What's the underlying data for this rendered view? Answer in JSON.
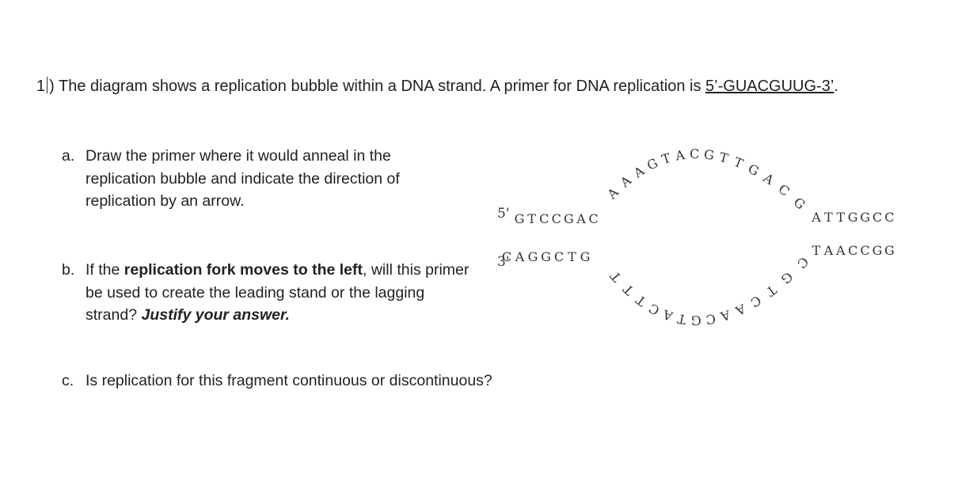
{
  "question": {
    "number": "1",
    "text": "The diagram shows a replication bubble within a DNA strand. A primer for DNA replication is ",
    "primer": "5’-GUACGUUG-3’",
    "end": "."
  },
  "parts": [
    {
      "letter": "a.",
      "text": "Draw the primer where it would anneal in the replication bubble and indicate the direction of replication by an arrow."
    },
    {
      "letter": "b.",
      "prefix": "If the ",
      "bold": "replication fork moves to the left",
      "middle": ", will this primer be used to create the leading stand or the lagging strand? ",
      "italic": "Justify your answer."
    },
    {
      "letter": "c.",
      "text": "Is replication for this fragment continuous or discontinuous?"
    }
  ],
  "diagram": {
    "label_5prime": "5'",
    "label_3prime": "3'",
    "left_top": [
      "G",
      "T",
      "C",
      "C",
      "G",
      "A",
      "C"
    ],
    "left_bottom": [
      "C",
      "A",
      "G",
      "G",
      "C",
      "T",
      "G"
    ],
    "right_top": [
      "A",
      "T",
      "T",
      "G",
      "G",
      "C",
      "C"
    ],
    "right_bottom": [
      "T",
      "A",
      "A",
      "C",
      "C",
      "G",
      "G"
    ],
    "arc_top": [
      "A",
      "A",
      "A",
      "G",
      "T",
      "A",
      "C",
      "G",
      "T",
      "T",
      "G",
      "A",
      "C",
      "G"
    ],
    "arc_bottom": [
      "T",
      "T",
      "T",
      "C",
      "A",
      "T",
      "G",
      "C",
      "A",
      "A",
      "C",
      "T",
      "G",
      "C"
    ]
  }
}
